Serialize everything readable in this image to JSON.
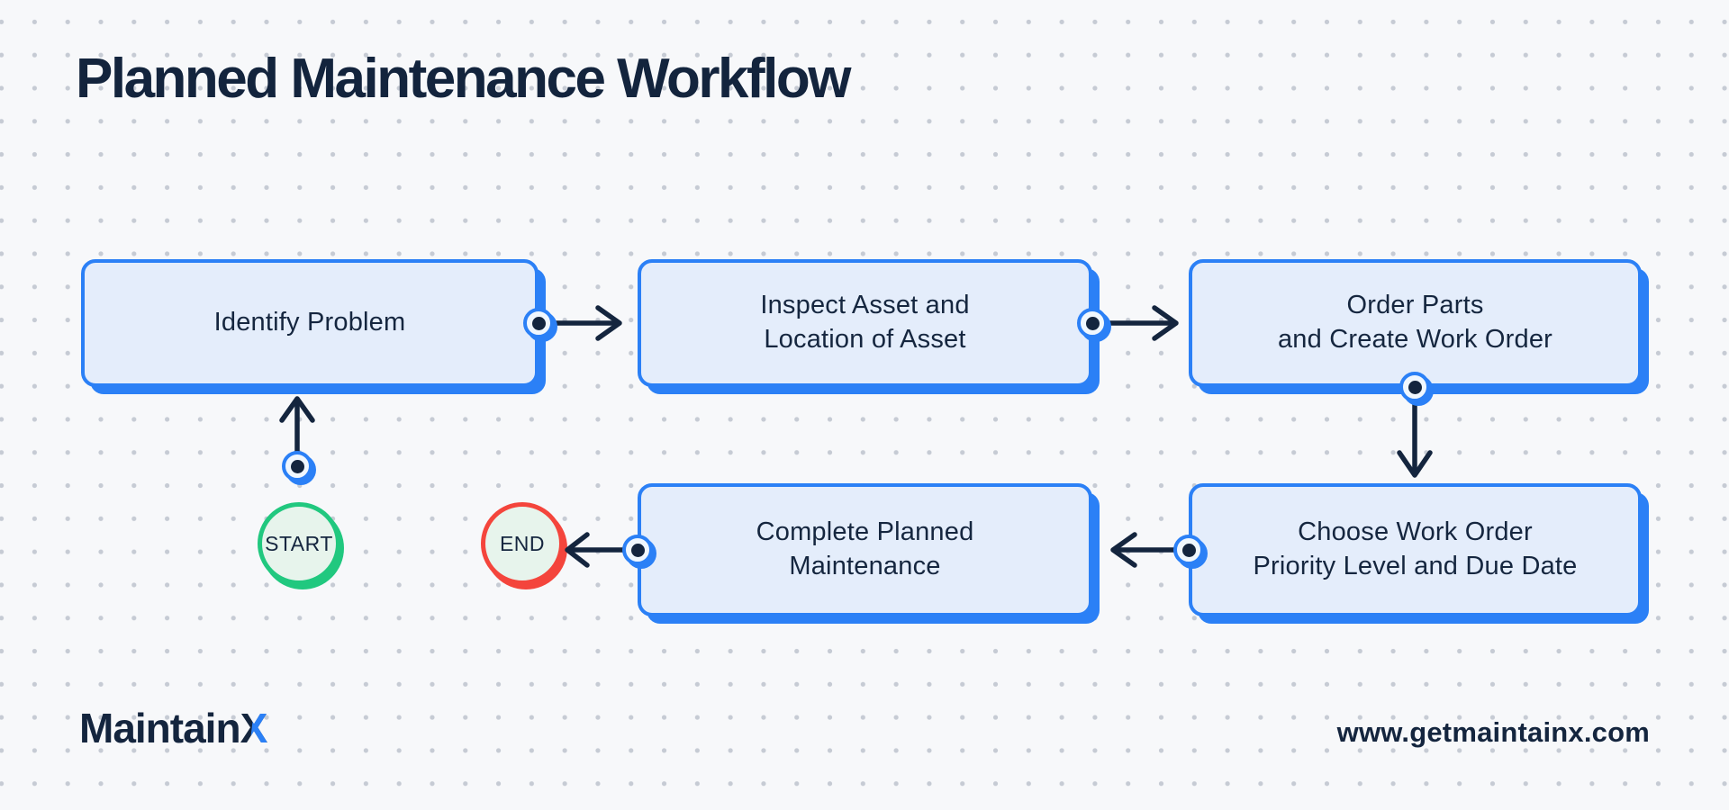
{
  "title": "Planned Maintenance Workflow",
  "nodes": {
    "identify": {
      "label": "Identify Problem"
    },
    "inspect": {
      "label": "Inspect Asset and\nLocation of Asset"
    },
    "order": {
      "label": "Order Parts\nand Create Work Order"
    },
    "choose": {
      "label": "Choose Work Order\nPriority Level and Due Date"
    },
    "complete": {
      "label": "Complete Planned\nMaintenance"
    },
    "start": {
      "label": "START"
    },
    "end": {
      "label": "END"
    }
  },
  "footer": {
    "brand": "Maintain",
    "brand_suffix": "X",
    "website": "www.getmaintainx.com"
  },
  "colors": {
    "background": "#F7F8FA",
    "grid_dot": "#C6CBD4",
    "navy": "#14253E",
    "accent_blue": "#2B80F6",
    "node_fill": "#E4EDFB",
    "start_green": "#21C87F",
    "end_red": "#F4453C",
    "terminal_fill": "#E7F4EC"
  }
}
